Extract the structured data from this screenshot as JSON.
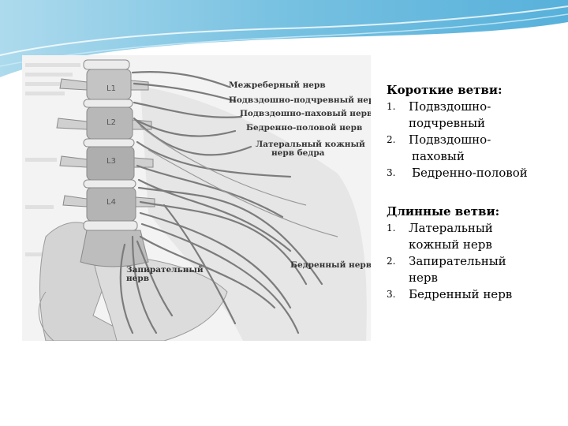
{
  "figure": {
    "vertebrae": [
      "L1",
      "L2",
      "L3",
      "L4"
    ],
    "labels": {
      "intercostal": "Межреберный нерв",
      "iliohypogastric": "Подвздошно-подчревный нерв",
      "ilioinguinal": "Подвздошно-паховый нерв",
      "genitofemoral": "Бедренно-половой нерв",
      "lateral_cutaneous_1": "Латеральный кожный",
      "lateral_cutaneous_2": "нерв бедра",
      "femoral": "Бедренный нерв",
      "obturator_1": "Запирательный",
      "obturator_2": "нерв"
    }
  },
  "short_branches": {
    "title": "Короткие ветви:",
    "items": [
      {
        "num": "1.",
        "line1": "Подвздошно-",
        "line2": "подчревный"
      },
      {
        "num": "2.",
        "line1": "Подвздошно-",
        "line2": "паховый"
      },
      {
        "num": "3.",
        "line1": "Бедренно-половой",
        "line2": ""
      }
    ]
  },
  "long_branches": {
    "title": "Длинные ветви:",
    "items": [
      {
        "num": "1.",
        "line1": "Латеральный",
        "line2": "кожный нерв"
      },
      {
        "num": "2.",
        "line1": "Запирательный",
        "line2": "нерв"
      },
      {
        "num": "3.",
        "line1": "Бедренный нерв",
        "line2": ""
      }
    ]
  }
}
